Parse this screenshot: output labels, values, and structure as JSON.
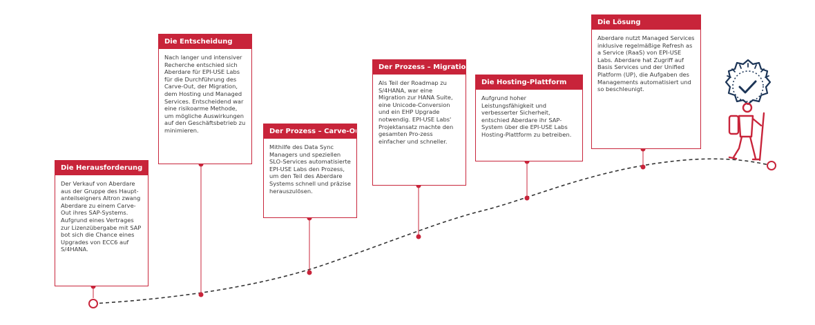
{
  "colors": {
    "accent": "#c8243a",
    "icon_navy": "#1c3557",
    "path": "#333333"
  },
  "icons": {
    "goal": "hiker-with-check-badge-icon"
  },
  "steps": [
    {
      "title": "Die Herausforderung",
      "text": "Der Verkauf von Aberdare aus der Gruppe des Haupt-anteilseigners Altron zwang Aberdare zu einem Carve-Out ihres SAP-Systems. Aufgrund eines Vertrages zur Lizenzübergabe mit SAP bot sich die Chance eines Upgrades von ECC6 auf S/4HANA."
    },
    {
      "title": "Die Entscheidung",
      "text": "Nach langer und intensiver Recherche entschied sich Aberdare für EPI-USE Labs für die Durchführung des Carve-Out, der Migration, dem Hosting und Managed Services. Entscheidend war eine risikoarme Methode, um mögliche Auswirkungen auf den Geschäftsbetrieb zu minimieren."
    },
    {
      "title": "Der Prozess – Carve-Out",
      "text": "Mithilfe des Data Sync Managers und speziellen SLO-Services automatisierte EPI-USE Labs den Prozess, um den Teil des Aberdare Systems schnell und präzise herauszulösen."
    },
    {
      "title": "Der Prozess – Migration",
      "text": "Als Teil der Roadmap zu S/4HANA, war eine Migration zur HANA Suite, eine Unicode-Conversion und ein EHP Upgrade notwendig. EPI-USE Labs' Projektansatz machte den gesamten Pro-zess einfacher und schneller."
    },
    {
      "title": "Die Hosting-Plattform",
      "text": "Aufgrund hoher Leistungsfähigkeit und verbesserter Sicherheit, entschied Aberdare ihr SAP-System über die EPI-USE Labs Hosting-Plattform zu betreiben."
    },
    {
      "title": "Die Lösung",
      "text": "Aberdare nutzt Managed Services inklusive regelmäßige Refresh as a Service (RaaS) von EPI-USE Labs. Aberdare hat Zugriff auf Basis Services und der Unified Platform (UP), die Aufgaben des Managements automatisiert und so beschleunigt."
    }
  ]
}
